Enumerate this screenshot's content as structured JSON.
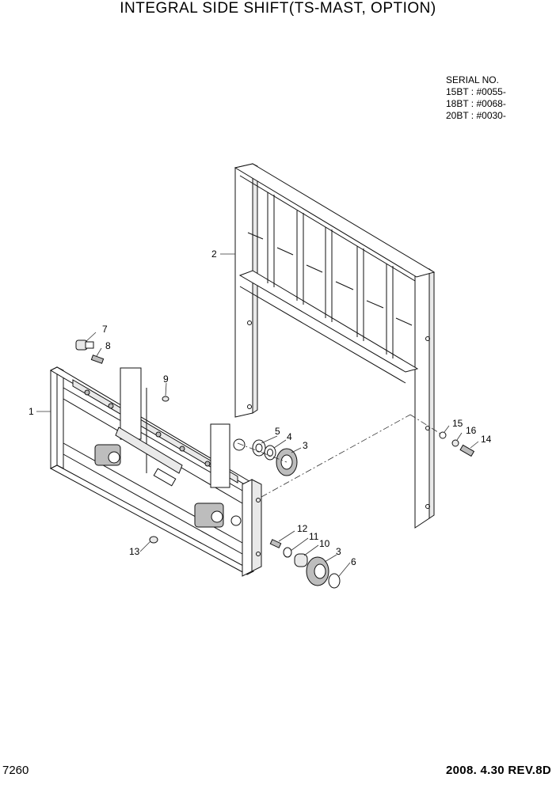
{
  "title": "INTEGRAL SIDE SHIFT(TS-MAST, OPTION)",
  "serial": {
    "heading": "SERIAL NO.",
    "lines": [
      "15BT : #0055-",
      "18BT : #0068-",
      "20BT : #0030-"
    ]
  },
  "callouts": {
    "c1": "1",
    "c2": "2",
    "c3a": "3",
    "c3b": "3",
    "c4": "4",
    "c5": "5",
    "c6": "6",
    "c7": "7",
    "c8": "8",
    "c9": "9",
    "c10": "10",
    "c11": "11",
    "c12": "12",
    "c13": "13",
    "c14": "14",
    "c15": "15",
    "c16": "16"
  },
  "footer": {
    "page_number": "7260",
    "revision": "2008. 4.30  REV.8D"
  }
}
